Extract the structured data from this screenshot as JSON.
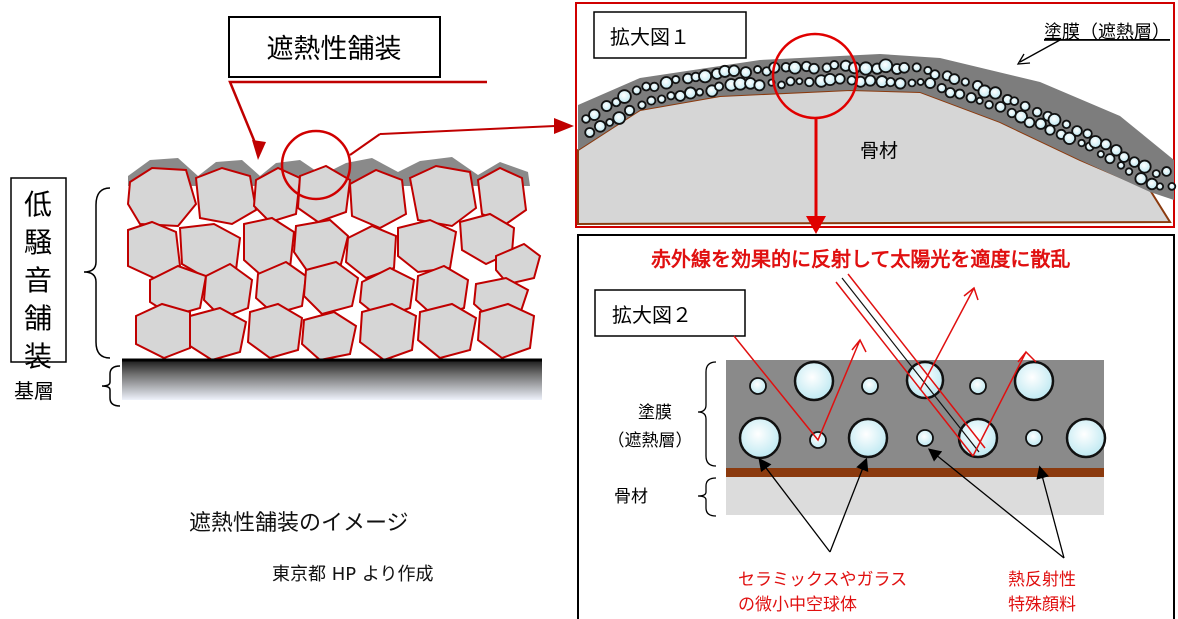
{
  "left": {
    "title_box": "遮熱性舗装",
    "layer_label": "低騒音舗装",
    "base_label": "基層",
    "caption": "遮熱性舗装のイメージ",
    "source": "東京都 HP より作成"
  },
  "zoom1": {
    "label": "拡大図１",
    "coating_label": "塗膜（遮熱層）",
    "aggregate_label": "骨材"
  },
  "zoom2": {
    "headline": "赤外線を効果的に反射して太陽光を適度に散乱",
    "label": "拡大図２",
    "coating_label_1": "塗膜",
    "coating_label_2": "（遮熱層）",
    "aggregate_label": "骨材",
    "microsphere_label_1": "セラミックスやガラス",
    "microsphere_label_2": "の微小中空球体",
    "pigment_label_1": "熱反射性",
    "pigment_label_2": "特殊顔料"
  },
  "colors": {
    "red": "#e01010",
    "dark_red": "#b00000",
    "coating_gray": "#8a8a8a",
    "aggregate_fill": "#d6d6d6",
    "aggregate_edge": "#c00000",
    "sphere_fill": "#cfeff5",
    "brown": "#8b3a0e"
  }
}
